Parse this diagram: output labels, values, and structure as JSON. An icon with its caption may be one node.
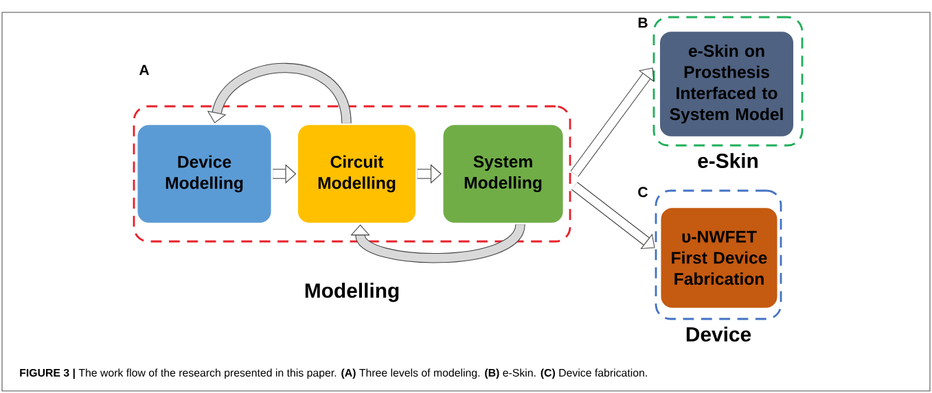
{
  "diagram": {
    "caption": "**FIGURE 3 |** The work flow of the research presented in this paper. **(A)** Three levels of modeling. **(B)** e-Skin. **(C)** Device fabrication.",
    "nodes": [
      {
        "text": [
          "Modelling"
        ]
      },
      {
        "text": [
          "Device Modelling"
        ],
        "in": 0
      },
      {
        "text": [
          "Circuit Modelling"
        ],
        "in": 0
      },
      {
        "text": [
          "System Modelling"
        ],
        "in": 0
      },
      {
        "text": [
          "e-Skin"
        ]
      },
      {
        "text": [
          "e-Skin on Prosthesis Interfaced to System Model"
        ],
        "in": 4
      },
      {
        "text": [
          "Device"
        ]
      },
      {
        "text": [
          "υ-NWFET First Device Fabrication"
        ],
        "in": 6
      }
    ],
    "edges": [
      {
        "from": 1,
        "to": 2,
        "arrow": "to"
      },
      {
        "from": 2,
        "to": 3,
        "arrow": "to"
      },
      {
        "from": 2,
        "to": 1,
        "arrow": "to"
      },
      {
        "from": 3,
        "to": 2,
        "arrow": "to"
      },
      {
        "from": 0,
        "to": 4,
        "arrow": "to"
      },
      {
        "from": 0,
        "to": 6,
        "arrow": "to"
      }
    ],
    "labels": [
      "A",
      "B",
      "C"
    ]
  }
}
